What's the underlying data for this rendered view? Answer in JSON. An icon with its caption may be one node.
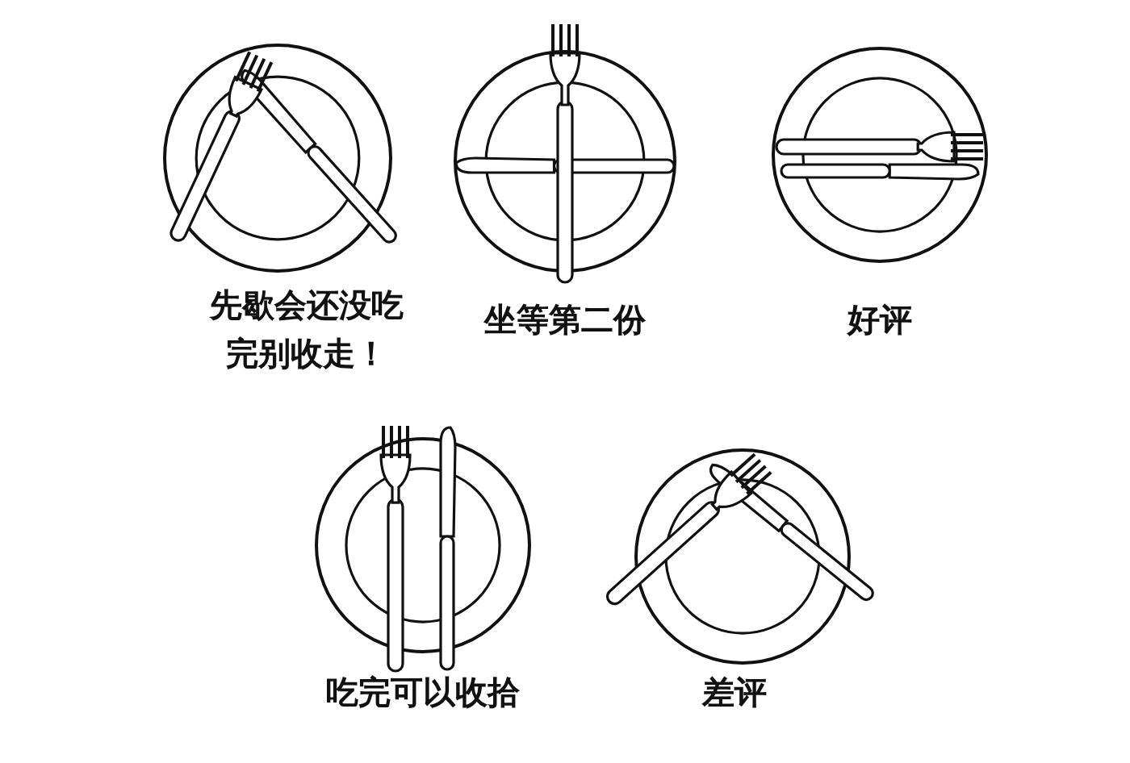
{
  "diagram": {
    "labels": [
      "先歇会还没吃完别收走！",
      "坐等第二份",
      "好评",
      "吃完可以收拾",
      "差评"
    ]
  }
}
